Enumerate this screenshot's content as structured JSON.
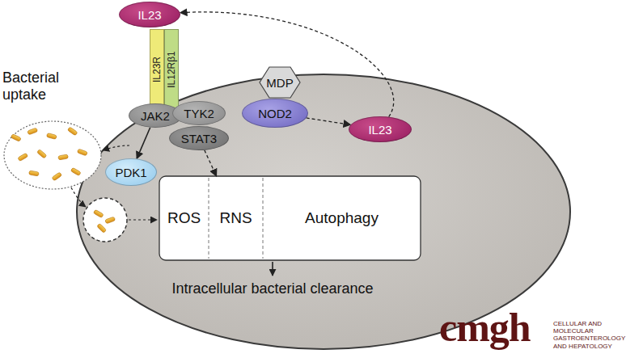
{
  "diagram": {
    "nodes": [
      {
        "text": [
          "IL23"
        ]
      },
      {
        "text": [
          "IL23R"
        ]
      },
      {
        "text": [
          "IL12Rβ1"
        ]
      },
      {
        "text": [
          "JAK2"
        ]
      },
      {
        "text": [
          "TYK2"
        ]
      },
      {
        "text": [
          "STAT3"
        ]
      },
      {
        "text": [
          "PDK1"
        ]
      },
      {
        "text": [
          "MDP"
        ]
      },
      {
        "text": [
          "NOD2"
        ]
      },
      {
        "text": [
          "IL23"
        ]
      },
      {
        "text": [
          "ROS"
        ]
      },
      {
        "text": [
          "RNS"
        ]
      },
      {
        "text": [
          "Autophagy"
        ]
      }
    ],
    "edges": [
      {
        "from": 8,
        "to": 9,
        "arrow": "to"
      },
      {
        "from": 9,
        "to": 0,
        "arrow": "to"
      },
      {
        "from": 3,
        "to": 6,
        "arrow": "to"
      },
      {
        "from": 5,
        "to": 11,
        "arrow": "to"
      }
    ],
    "labels": [
      "Bacterial uptake",
      "Intracellular bacterial clearance",
      "cmgh",
      "CELLULAR AND MOLECULAR GASTROENTEROLOGY AND HEPATOLOGY"
    ]
  }
}
